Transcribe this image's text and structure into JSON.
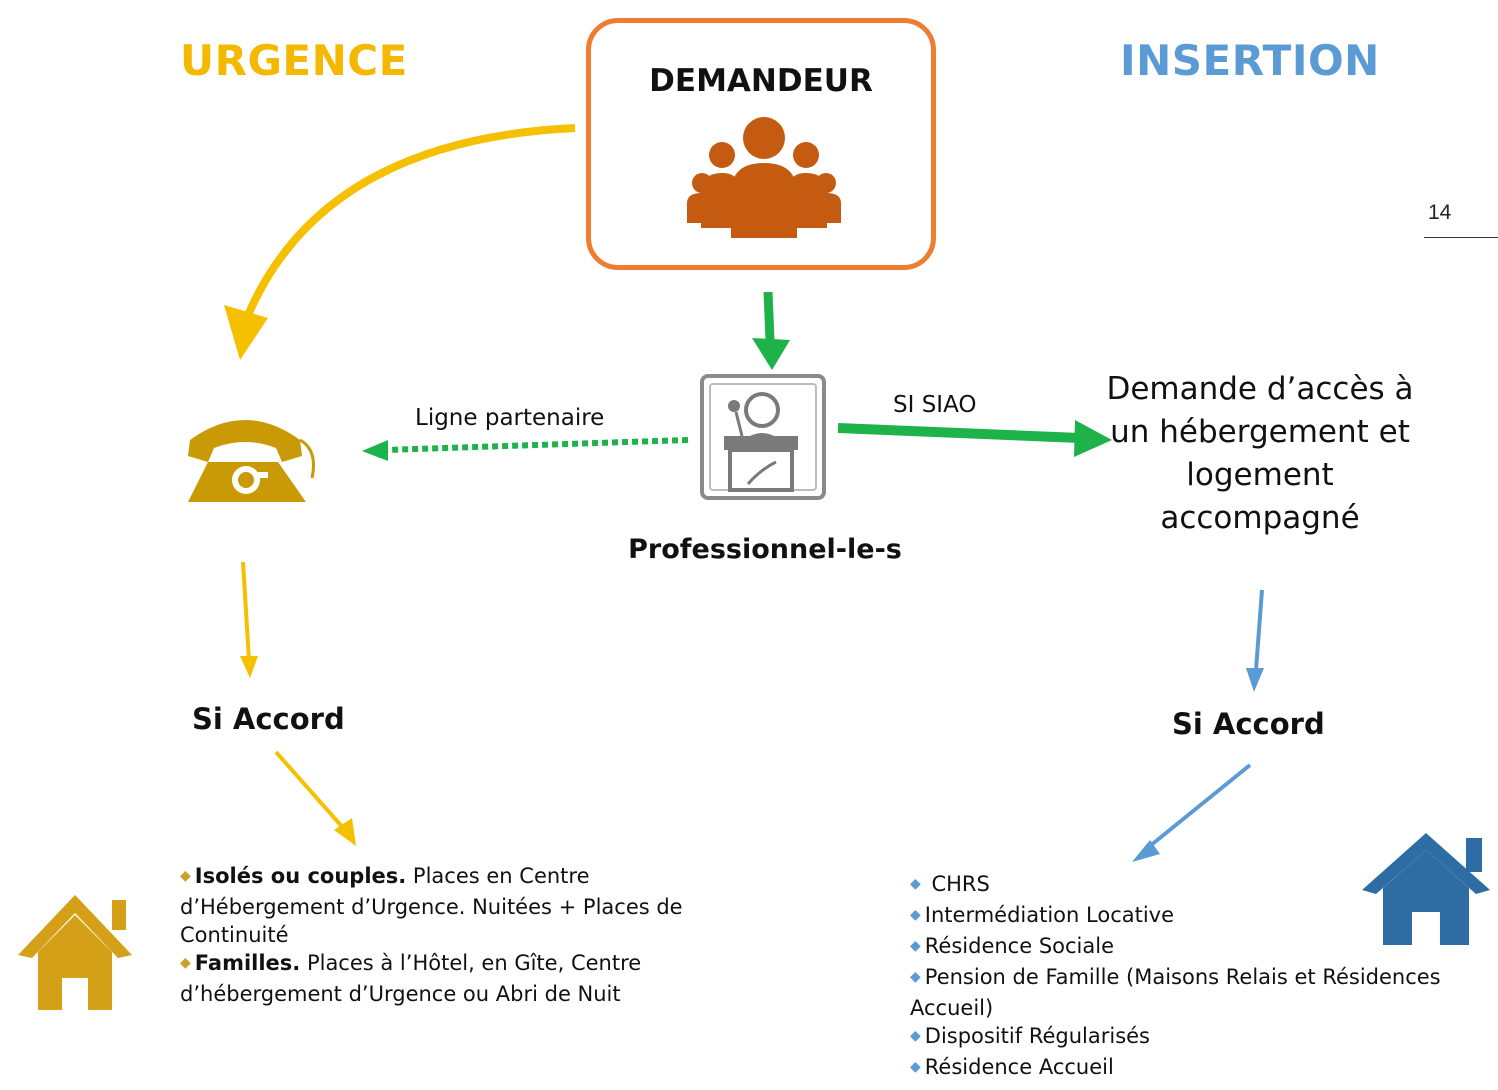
{
  "headings": {
    "urgence": "URGENCE",
    "insertion": "INSERTION"
  },
  "demandeur": {
    "label": "DEMANDEUR"
  },
  "page_number": "14",
  "flow": {
    "ligne_partenaire": "Ligne partenaire",
    "si_siao": "SI SIAO",
    "demande": "Demande d’accès à un hébergement et logement accompagné",
    "professionnel": "Professionnel-le-s",
    "si_accord_left": "Si Accord",
    "si_accord_right": "Si Accord"
  },
  "urgence_list": [
    {
      "bold": "Isolés ou couples.",
      "text": " Places en Centre d’Hébergement d’Urgence. Nuitées + Places de Continuité"
    },
    {
      "bold": "Familles.",
      "text": " Places à l’Hôtel, en Gîte, Centre d’hébergement d’Urgence ou Abri de Nuit"
    }
  ],
  "insertion_list": [
    "CHRS",
    "Intermédiation Locative",
    "Résidence Sociale",
    "Pension de Famille (Maisons Relais et Résidences Accueil)",
    "Dispositif Régularisés",
    "Résidence Accueil"
  ],
  "colors": {
    "urgence": "#F5B800",
    "insertion": "#5B9BD5",
    "demandeur_border": "#ED7D31",
    "people_icon": "#C55A11",
    "phone_icon": "#C99A06",
    "house_left": "#D4A017",
    "house_right": "#2E6DA4",
    "green_arrow": "#1DB24A"
  },
  "icons": [
    "people-group-icon",
    "telephone-icon",
    "reception-desk-icon",
    "house-icon"
  ]
}
